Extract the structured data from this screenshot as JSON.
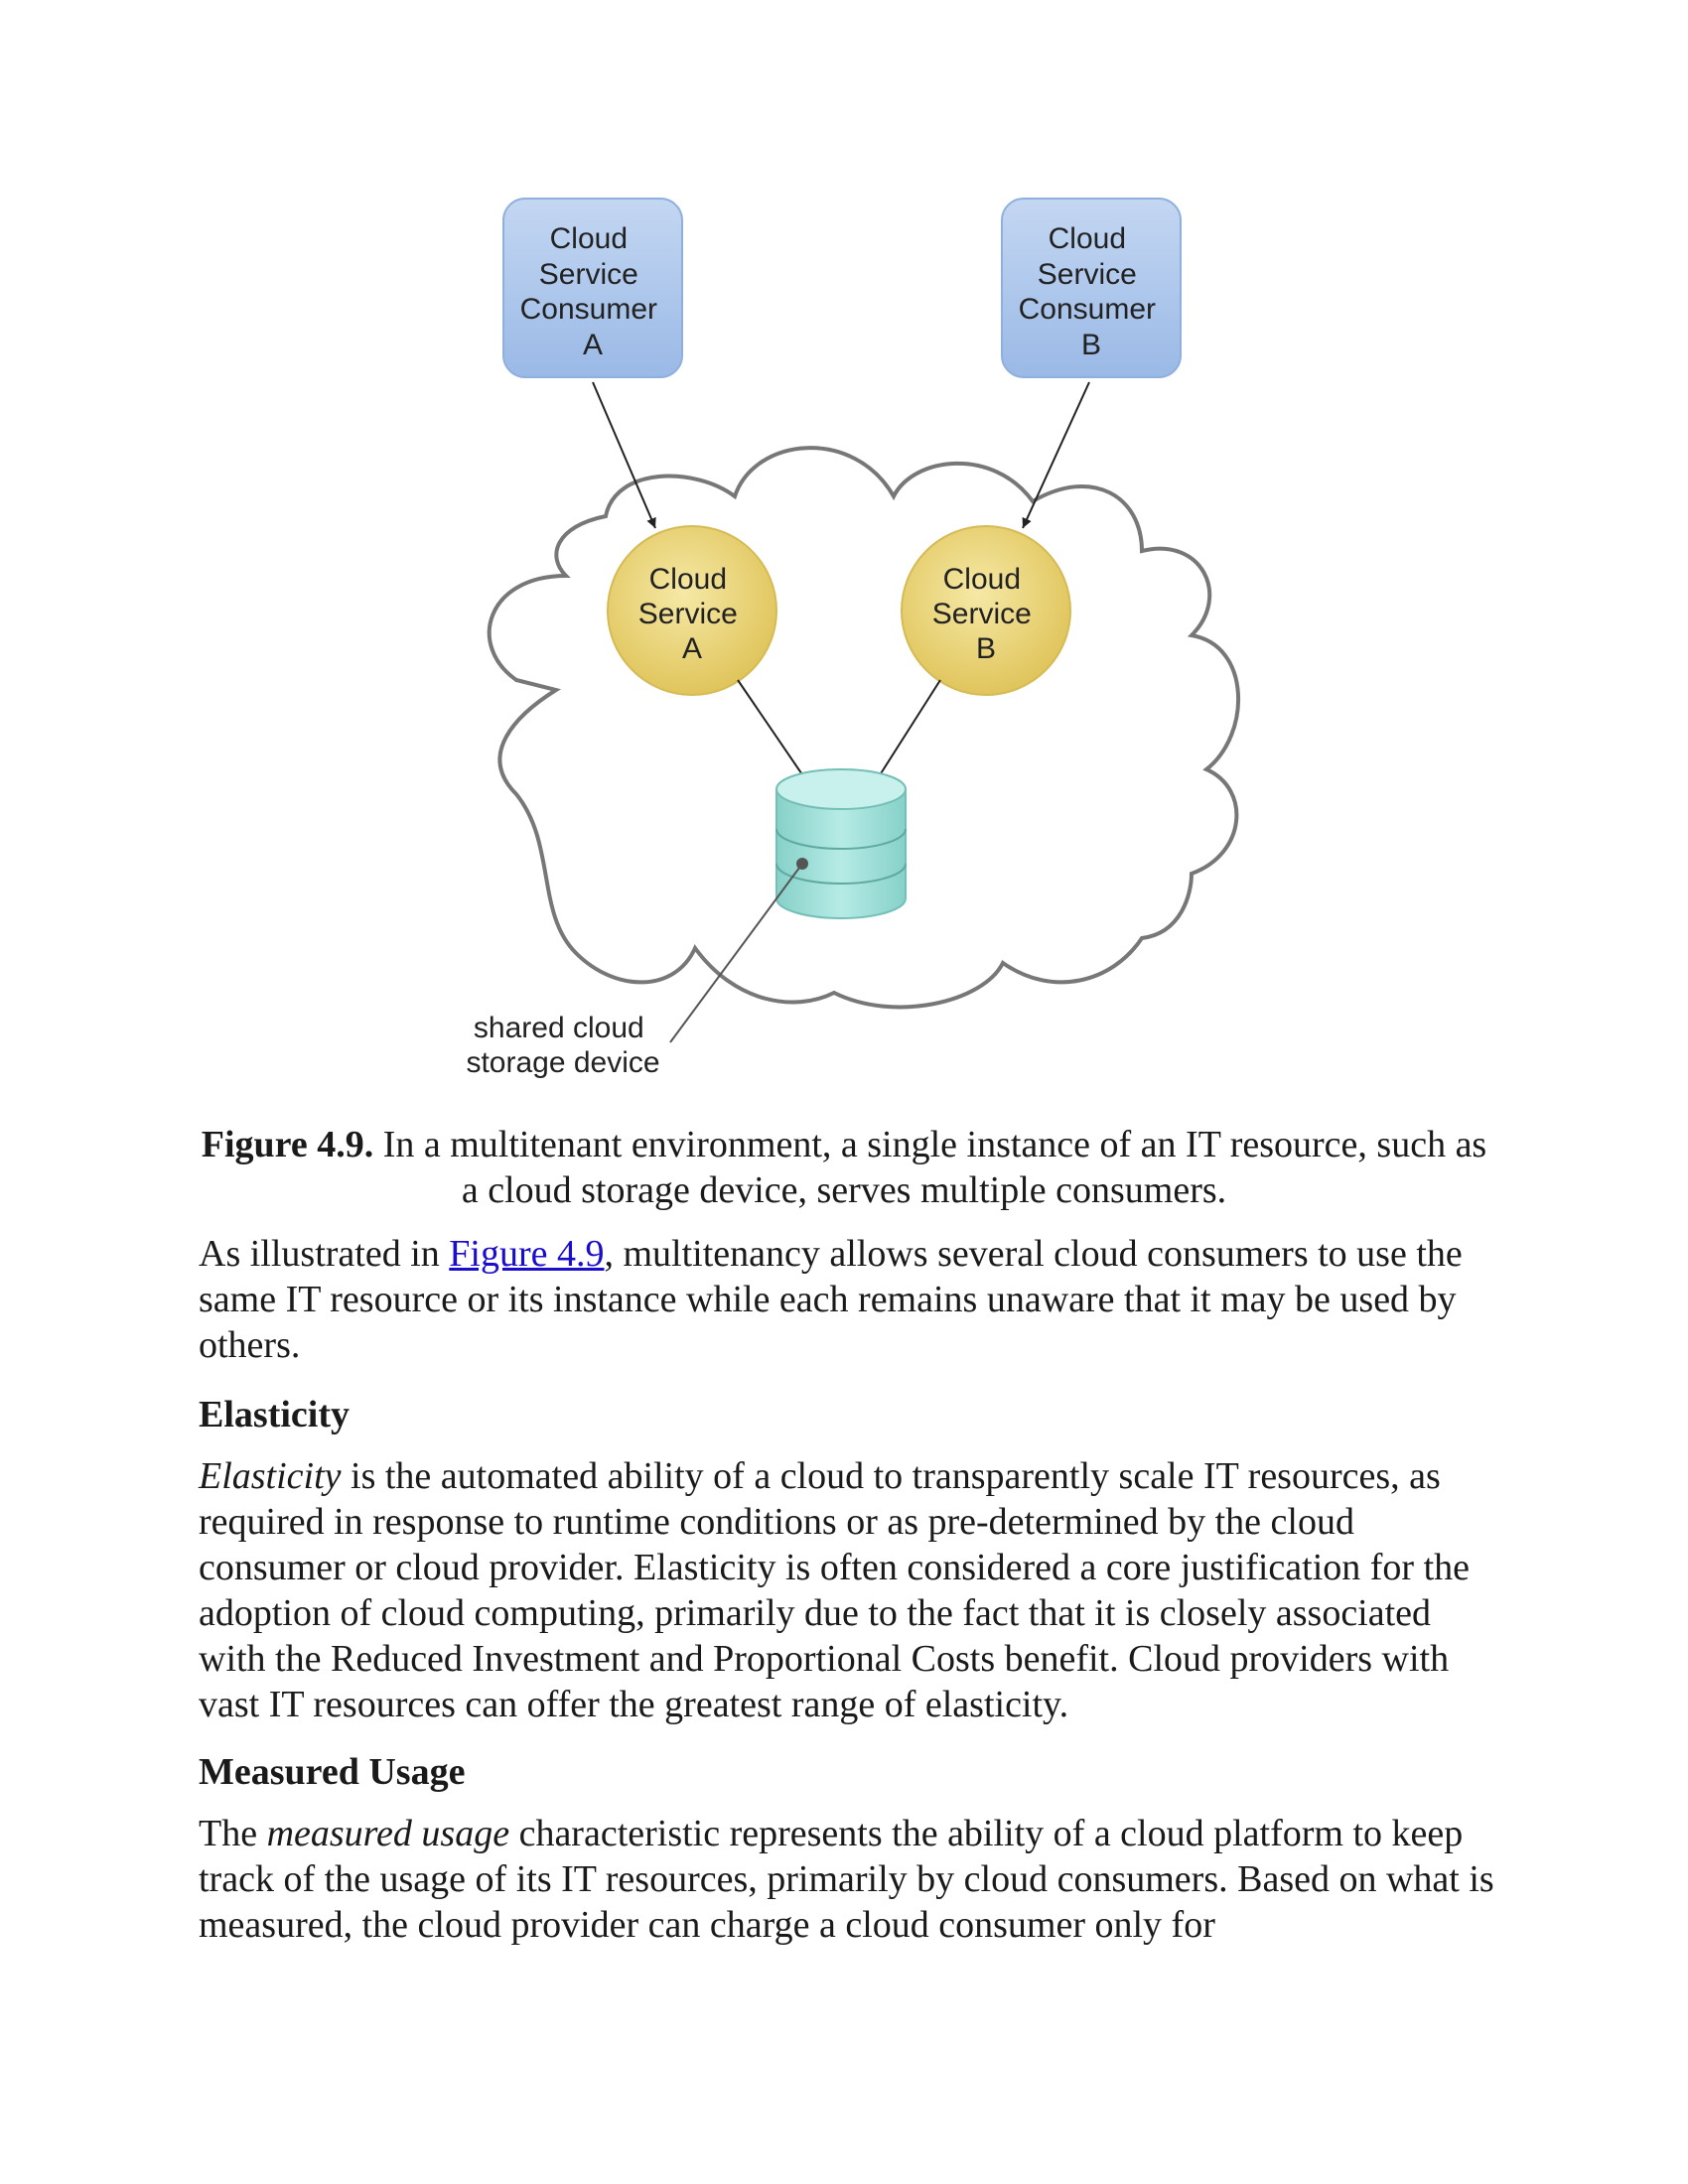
{
  "figure": {
    "consumers": [
      {
        "lines": [
          "Cloud",
          "Service",
          "Consumer",
          "A"
        ]
      },
      {
        "lines": [
          "Cloud",
          "Service",
          "Consumer",
          "B"
        ]
      }
    ],
    "services": [
      {
        "lines": [
          "Cloud",
          "Service",
          "A"
        ]
      },
      {
        "lines": [
          "Cloud",
          "Service",
          "B"
        ]
      }
    ],
    "storage_label": [
      "shared cloud",
      "storage device"
    ],
    "colors": {
      "consumer_fill": "#a9c4e8",
      "service_fill": "#e8d27a",
      "storage_fill": "#9fdcd6",
      "cloud_stroke": "#777777",
      "link": "#1a0dcc"
    }
  },
  "caption": {
    "label": "Figure 4.9.",
    "text": "In a multitenant environment, a single instance of an IT resource, such as a cloud storage device, serves multiple consumers."
  },
  "intro": {
    "before": "As illustrated in ",
    "link": "Figure 4.9",
    "after": ", multitenancy allows several cloud consumers to use the same IT resource or its instance while each remains unaware that it may be used by others."
  },
  "elasticity": {
    "heading": "Elasticity",
    "term": "Elasticity",
    "text": " is the automated ability of a cloud to transparently scale IT resources, as required in response to runtime conditions or as pre-determined by the cloud consumer or cloud provider. Elasticity is often considered a core justification for the adoption of cloud computing, primarily due to the fact that it is closely associated with the Reduced Investment and Proportional Costs benefit. Cloud providers with vast IT resources can offer the greatest range of elasticity."
  },
  "measured_usage": {
    "heading": "Measured Usage",
    "before": "The ",
    "term": "measured usage",
    "text": " characteristic represents the ability of a cloud platform to keep track of the usage of its IT resources, primarily by cloud consumers. Based on what is measured, the cloud provider can charge a cloud consumer only for"
  }
}
